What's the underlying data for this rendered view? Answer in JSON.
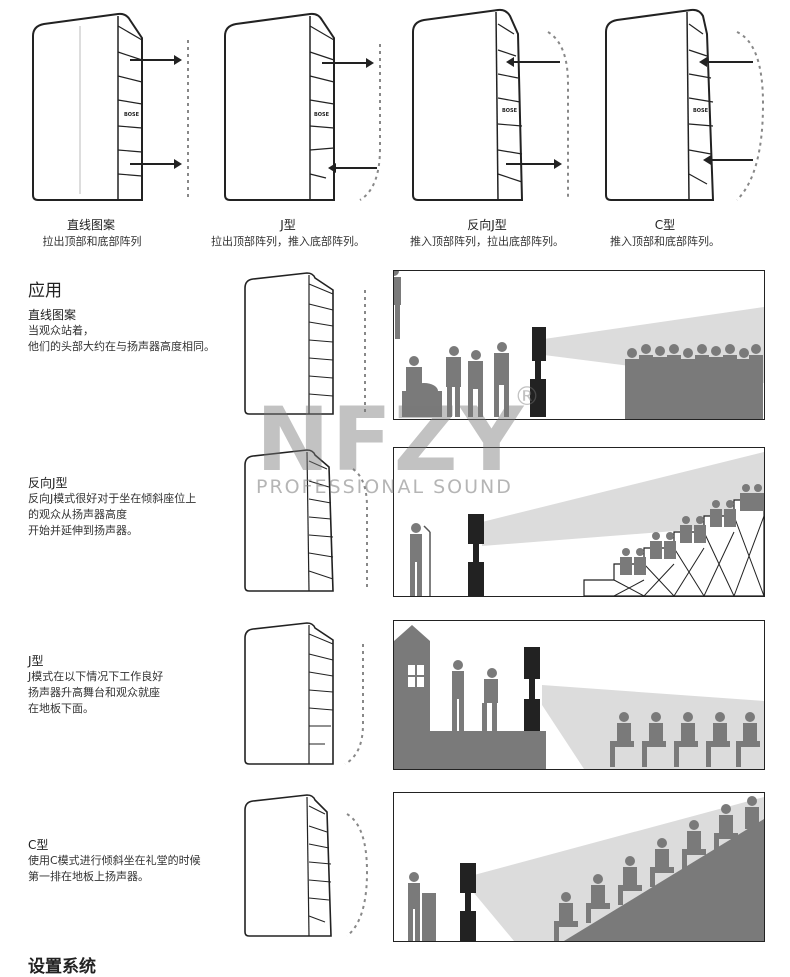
{
  "modes": [
    {
      "title": "直线图案",
      "desc": "拉出顶部和底部阵列"
    },
    {
      "title": "J型",
      "desc": "拉出顶部阵列，推入底部阵列。"
    },
    {
      "title": "反向J型",
      "desc": "推入顶部阵列，拉出底部阵列。"
    },
    {
      "title": "C型",
      "desc": "推入顶部和底部阵列。"
    }
  ],
  "applications": {
    "heading": "应用",
    "items": [
      {
        "title": "直线图案",
        "lines": [
          "当观众站着，",
          "他们的头部大约在与扬声器高度相同。"
        ]
      },
      {
        "title": "反向J型",
        "lines": [
          "反向J模式很好对于坐在倾斜座位上",
          "的观众从扬声器高度",
          "开始并延伸到扬声器。"
        ]
      },
      {
        "title": "J型",
        "lines": [
          "J模式在以下情况下工作良好",
          "扬声器升高舞台和观众就座",
          "在地板下面。"
        ]
      },
      {
        "title": "C型",
        "lines": [
          "使用C模式进行倾斜坐在礼堂的时候",
          "第一排在地板上扬声器。"
        ]
      }
    ]
  },
  "watermark": {
    "brand": "NFZY",
    "tagline": "PROFESSIONAL SOUND",
    "mark": "®"
  },
  "speaker_logo": "BOSE",
  "footer_heading": "设置系统",
  "colors": {
    "ink": "#222222",
    "silhouette": "#7a7a7a",
    "beam": "#d8d8d8"
  }
}
